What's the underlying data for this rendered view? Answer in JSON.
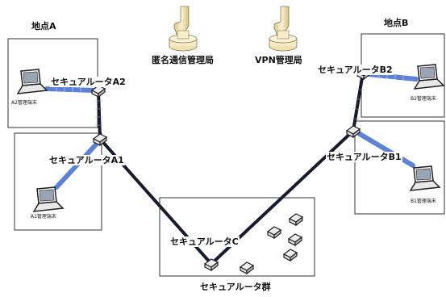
{
  "site_a": {
    "title": "地点A"
  },
  "site_b": {
    "title": "地点B"
  },
  "servers": {
    "anonymous_admin": "匿名通信管理局",
    "vpn_admin": "VPN管理局"
  },
  "routers": {
    "a1": "セキュアルータA1",
    "a2": "セキュアルータA2",
    "b1": "セキュアルータB1",
    "b2": "セキュアルータB2",
    "c": "セキュアルータC",
    "group": "セキュアルータ群"
  },
  "terminals": {
    "a1": "A1管理端末",
    "a2": "A2管理端末",
    "b1": "B1管理端末",
    "b2": "B2管理端末"
  },
  "colors": {
    "backbone": "#1a1a2e",
    "access": "#5b82d6",
    "box_border": "#333333",
    "server_body": "#f3e6b8"
  }
}
